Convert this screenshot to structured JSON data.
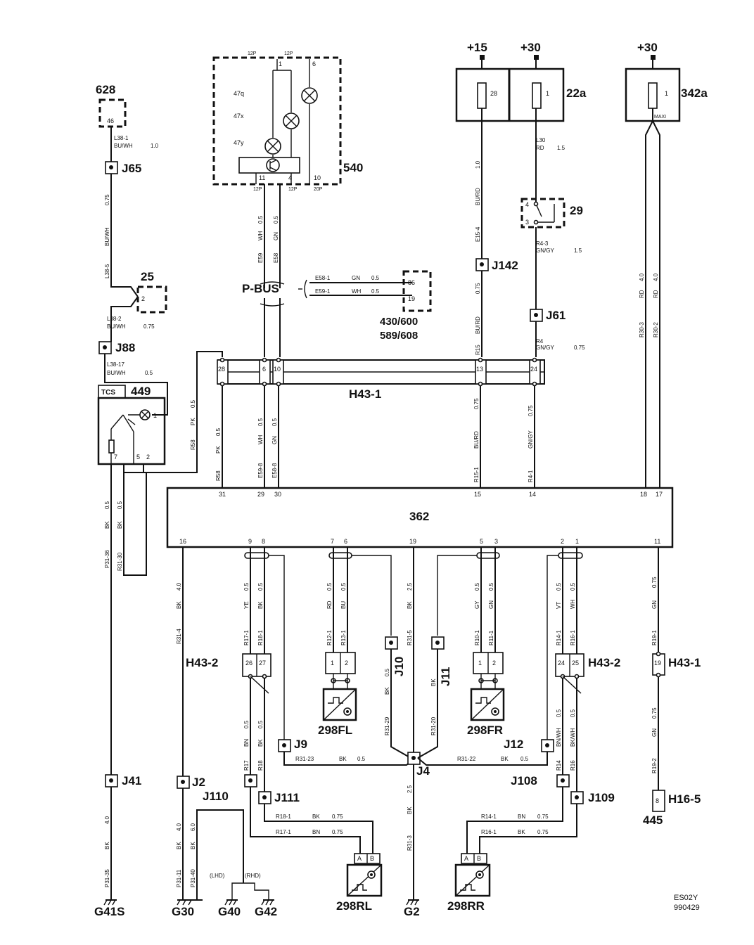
{
  "components": {
    "c628": "628",
    "c628_pin": "46",
    "c540": "540",
    "c540_pins": {
      "top_a": "12P",
      "top_b": "12P",
      "p1": "1",
      "p6": "6",
      "p11": "11",
      "p4": "4",
      "p10": "10",
      "b12a": "12P",
      "b12b": "12P",
      "b20": "20P"
    },
    "c540_lamps": {
      "l47q": "47q",
      "l47x": "47x",
      "l47y": "47y"
    },
    "c25": "25",
    "c25_pin": "2",
    "c449": "449",
    "c449_tcs": "TCS",
    "c449_pins": {
      "p1": "1",
      "p7": "7",
      "p5": "5",
      "p2": "2"
    },
    "c430": "430/600",
    "c589": "589/608",
    "c430_pins": {
      "p86": "86",
      "p19": "19"
    },
    "c22a": "22a",
    "c22a_fuse_a": "28",
    "c22a_fuse_b": "1",
    "c342a": "342a",
    "c342a_fuse": "1",
    "c342a_maxi": "MAXI",
    "c29": "29",
    "c29_pins": {
      "p4": "4",
      "p3": "3"
    },
    "c362": "362",
    "c362_pins_top": [
      "31",
      "29",
      "30",
      "15",
      "14",
      "18",
      "17"
    ],
    "c362_pins_bottom": [
      "16",
      "9",
      "8",
      "7",
      "6",
      "19",
      "5",
      "3",
      "2",
      "1",
      "11"
    ],
    "c445": "445",
    "c445_pin": "8",
    "sensors": {
      "fl": "298FL",
      "fr": "298FR",
      "rl": "298RL",
      "rr": "298RR"
    },
    "sensor_pins": {
      "a": "A",
      "b": "B",
      "p1": "1",
      "p2": "2"
    }
  },
  "supplies": {
    "s15": "+15",
    "s30a": "+30",
    "s30b": "+30"
  },
  "splices": {
    "J65": "J65",
    "J88": "J88",
    "J142": "J142",
    "J61": "J61",
    "J10": "J10",
    "J11": "J11",
    "J9": "J9",
    "J12": "J12",
    "J4": "J4",
    "J41": "J41",
    "J2": "J2",
    "J110": "J110",
    "J111": "J111",
    "J108": "J108",
    "J109": "J109"
  },
  "connectors": {
    "h43_1": "H43-1",
    "h43_2_left": "H43-2",
    "h43_2_right": "H43-2",
    "h43_1_right": "H43-1",
    "h16_5": "H16-5",
    "h43_1_pins": [
      "28",
      "6",
      "10",
      "13",
      "24"
    ],
    "h43_2l_pins": [
      "26",
      "27"
    ],
    "h43_2r_pins": [
      "24",
      "25"
    ],
    "h43_1r_pin": "19"
  },
  "bus": {
    "pbus": "P-BUS",
    "e58_1": "E58-1",
    "e59_1": "E59-1",
    "gn": "GN",
    "wh": "WH",
    "size": "0.5",
    "e59": "E59",
    "e58": "E58"
  },
  "grounds": {
    "g41s": "G41S",
    "g30": "G30",
    "g40": "G40",
    "g42": "G42",
    "g2": "G2"
  },
  "ground_variants": {
    "lhd": "(LHD)",
    "rhd": "(RHD)"
  },
  "wires": {
    "l38_1": "L38-1",
    "bu_wh": "BU/WH",
    "w1_0": "1.0",
    "w0_75": "0.75",
    "w0_5": "0.5",
    "w1_5": "1.5",
    "w2_5": "2.5",
    "w4_0": "4.0",
    "w6_0": "6.0",
    "l38_5": "L38-5",
    "l38_2": "L38-2",
    "l38_17": "L38-17",
    "pk": "PK",
    "r58": "R58",
    "wh": "WH",
    "gn": "GN",
    "e59_8": "E59-8",
    "e58_8": "E58-8",
    "bu_rd": "BU/RD",
    "e15_4": "E15-4",
    "r15": "R15",
    "r15_1": "R15-1",
    "l30": "L30",
    "rd": "RD",
    "r4_3": "R4-3",
    "gn_gy": "GN/GY",
    "r4": "R4",
    "r4_1": "R4-1",
    "r30_3": "R30-3",
    "r30_2": "R30-2",
    "bk": "BK",
    "p31_36": "P31-36",
    "r31_30": "R31-30",
    "r31_4": "R31-4",
    "ye": "YE",
    "r17_1": "R17-1",
    "r18_1": "R18-1",
    "rd2": "RD",
    "bu": "BU",
    "r12_1": "R12-1",
    "r13_1": "R13-1",
    "r31_5": "R31-5",
    "r31_29": "R31-29",
    "r31_20": "R31-20",
    "gy": "GY",
    "r10_1": "R10-1",
    "r11_1": "R11-1",
    "vt": "VT",
    "r14_1": "R14-1",
    "r16_1": "R16-1",
    "r19_1": "R19-1",
    "r19_2": "R19-2",
    "bn": "BN",
    "r17": "R17",
    "r18": "R18",
    "r31_23": "R31-23",
    "r31_22": "R31-22",
    "bn_wh": "BN/WH",
    "bk_wh": "BK/WH",
    "r14": "R14",
    "r16": "R16",
    "p31_35": "P31-35",
    "p31_11": "P31-11",
    "p31_40": "P31-40",
    "r31_3": "R31-3"
  },
  "footer": {
    "code": "ES02Y",
    "date": "990429"
  }
}
